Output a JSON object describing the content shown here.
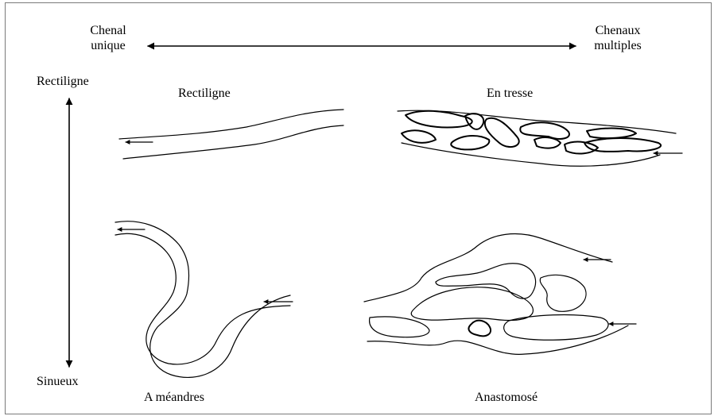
{
  "axes": {
    "horizontal": {
      "left_label_line1": "Chenal",
      "left_label_line2": "unique",
      "right_label_line1": "Chenaux",
      "right_label_line2": "multiples"
    },
    "vertical": {
      "top_label": "Rectiligne",
      "bottom_label": "Sinueux"
    }
  },
  "patterns": {
    "straight": {
      "label": "Rectiligne"
    },
    "braided": {
      "label": "En tresse"
    },
    "meandering": {
      "label": "A méandres"
    },
    "anastomosing": {
      "label": "Anastomosé"
    }
  },
  "colors": {
    "ink": "#000000",
    "frame": "#7a7a7a",
    "background": "#ffffff"
  }
}
